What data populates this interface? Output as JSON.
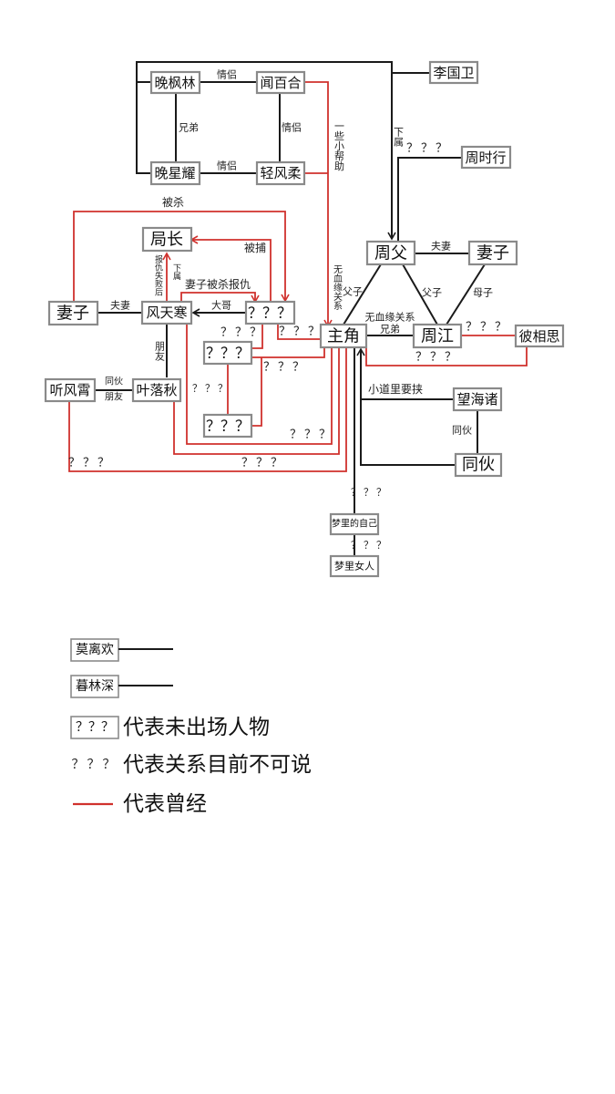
{
  "nodes": {
    "wanfenglin": "晚枫林",
    "wenbaihe": "闻百合",
    "wanxingyao": "晚星耀",
    "qingfengrou": "轻风柔",
    "liguowei": "李国卫",
    "zhoushixing": "周时行",
    "juzhang": "局长",
    "zhoufu": "周父",
    "zhoufu_wife": "妻子",
    "fengtianhan_wife": "妻子",
    "fengtianhan": "风天寒",
    "unknown_a": "？？？",
    "unknown_b": "？？？",
    "unknown_c": "？？？",
    "protagonist": "主角",
    "zhoujiang": "周江",
    "bixiangsi": "彼相思",
    "tingfengxiao": "听风霄",
    "yeluoqiu": "叶落秋",
    "wanghaizhu": "望海诸",
    "tonghuo": "同伙",
    "dream_self": "梦里的自己",
    "dream_woman": "梦里女人"
  },
  "labels": {
    "lovers1": "情侣",
    "lovers2": "情侣",
    "lovers3": "情侣",
    "brothers": "兄弟",
    "some_help": "一些小帮助",
    "subordinate_li": "下属",
    "unknown": "？？？",
    "killed": "被杀",
    "captured": "被捕",
    "revenge_failed": "报仇失败后",
    "subordinate_ju": "下属",
    "wife_revenge": "妻子被杀报仇",
    "spouse1": "夫妻",
    "big_brother": "大哥",
    "friend_v": "朋友",
    "accomplice_friend_1": "同伙",
    "accomplice_friend_2": "朋友",
    "no_blood_v": "无血缘关系",
    "father_son_1": "父子",
    "father_son_2": "父子",
    "mother_son": "母子",
    "spouse2": "夫妻",
    "no_blood_brother_1": "无血缘关系",
    "no_blood_brother_2": "兄弟",
    "alley_kidnap": "小道里要挟",
    "accomplice": "同伙"
  },
  "legend": {
    "items": [
      {
        "box": "莫离欢"
      },
      {
        "box": "暮林深"
      }
    ],
    "unknown_person_box": "？？？",
    "unknown_person_text": "代表未出场人物",
    "unknown_relation_mark": "？？？",
    "unknown_relation_text": "代表关系目前不可说",
    "past_text": "代表曾经"
  },
  "colors": {
    "past_relation": "#d0312d",
    "current_relation": "#1a1a1a",
    "node_border": "#8a8a8a"
  }
}
